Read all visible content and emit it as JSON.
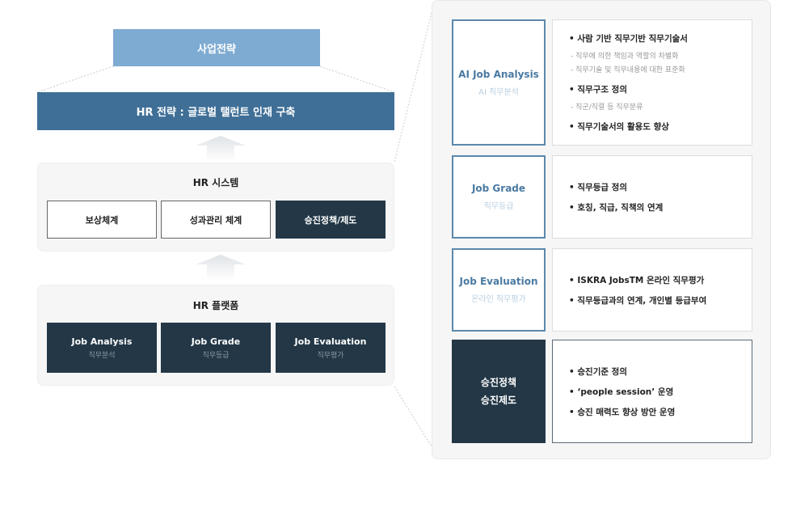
{
  "business_strategy": "사업전략",
  "hr_strategy": "HR 전략 : 글로벌 탤런트 인재 구축",
  "hr_system": {
    "title": "HR 시스템",
    "items": [
      "보상체계",
      "성과관리 체계",
      "승진정책/제도"
    ]
  },
  "hr_platform": {
    "title": "HR 플랫폼",
    "items": [
      {
        "en": "Job Analysis",
        "ko": "직무분석"
      },
      {
        "en": "Job Grade",
        "ko": "직무등급"
      },
      {
        "en": "Job Evaluation",
        "ko": "직무평가"
      }
    ]
  },
  "details": [
    {
      "title": "AI Job Analysis",
      "sub": "AI 직무분석",
      "lines": [
        {
          "b": "사람 기반 직무기반 직무기술서"
        },
        {
          "d": "- 직무에 의한 책임과 역할의 차별화"
        },
        {
          "d": "- 직무기술 및 직무내용에 대한 표준화"
        },
        {
          "b": "직무구조 정의"
        },
        {
          "d": "- 직군/직렬 등 직무분류"
        },
        {
          "b": "직무기술서의 활용도 향상"
        }
      ]
    },
    {
      "title": "Job Grade",
      "sub": "직무등급",
      "lines": [
        {
          "b": "직무등급 정의"
        },
        {
          "b": "호칭, 직급, 직책의 연계"
        }
      ]
    },
    {
      "title": "Job Evaluation",
      "sub": "온라인 직무평가",
      "lines": [
        {
          "b": "ISKRA JobsTM 온라인 직무평가"
        },
        {
          "b": "직무등급과의 연계, 개인별 등급부여"
        }
      ]
    },
    {
      "title": "승진정책",
      "sub": "승진제도",
      "lines": [
        {
          "b": "승진기준 정의"
        },
        {
          "b": "‘people session’ 운영"
        },
        {
          "b": "승진 매력도 향상 방안 운영"
        }
      ]
    }
  ]
}
